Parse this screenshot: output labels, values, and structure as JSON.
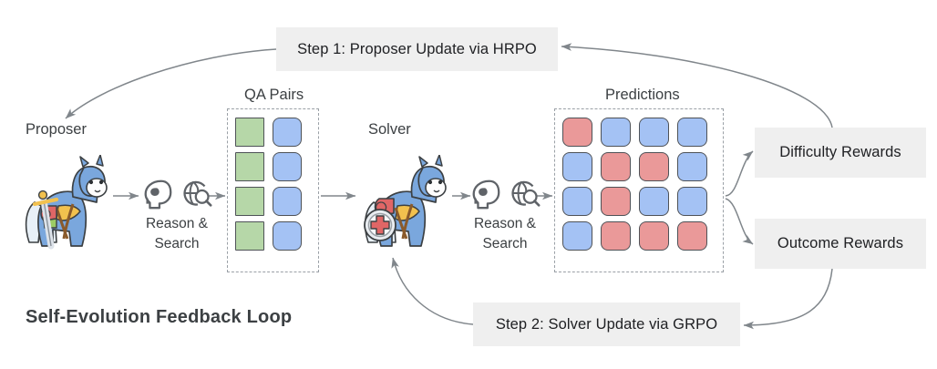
{
  "figure": {
    "footer_title": "Self-Evolution Feedback Loop"
  },
  "steps": {
    "step1_label": "Step 1: Proposer Update via HRPO",
    "step2_label": "Step 2: Solver Update via GRPO"
  },
  "rewards": {
    "difficulty_label": "Difficulty Rewards",
    "outcome_label": "Outcome Rewards"
  },
  "agents": {
    "proposer_label": "Proposer",
    "solver_label": "Solver"
  },
  "modules": {
    "reason_search_line1": "Reason &",
    "reason_search_line2": "Search",
    "brain_icon": "head-brain-icon",
    "globe_search_icon": "globe-search-icon"
  },
  "groups": {
    "qa_pairs": {
      "title": "QA Pairs",
      "rows": 4,
      "cols": 2,
      "cells": [
        [
          "green",
          "blue"
        ],
        [
          "green",
          "blue"
        ],
        [
          "green",
          "blue"
        ],
        [
          "green",
          "blue"
        ]
      ]
    },
    "predictions": {
      "title": "Predictions",
      "rows": 4,
      "cols": 4,
      "cells": [
        [
          "red",
          "blue",
          "blue",
          "blue"
        ],
        [
          "blue",
          "red",
          "red",
          "blue"
        ],
        [
          "blue",
          "red",
          "blue",
          "blue"
        ],
        [
          "blue",
          "red",
          "red",
          "red"
        ]
      ]
    }
  },
  "colors": {
    "green": "#b6d7a8",
    "blue": "#a4c2f4",
    "red": "#ea9999",
    "box_fill": "#efefef",
    "stroke": "#4e5257",
    "wire": "#80868b",
    "dashed": "#9aa0a6",
    "text": "#3c4043"
  }
}
